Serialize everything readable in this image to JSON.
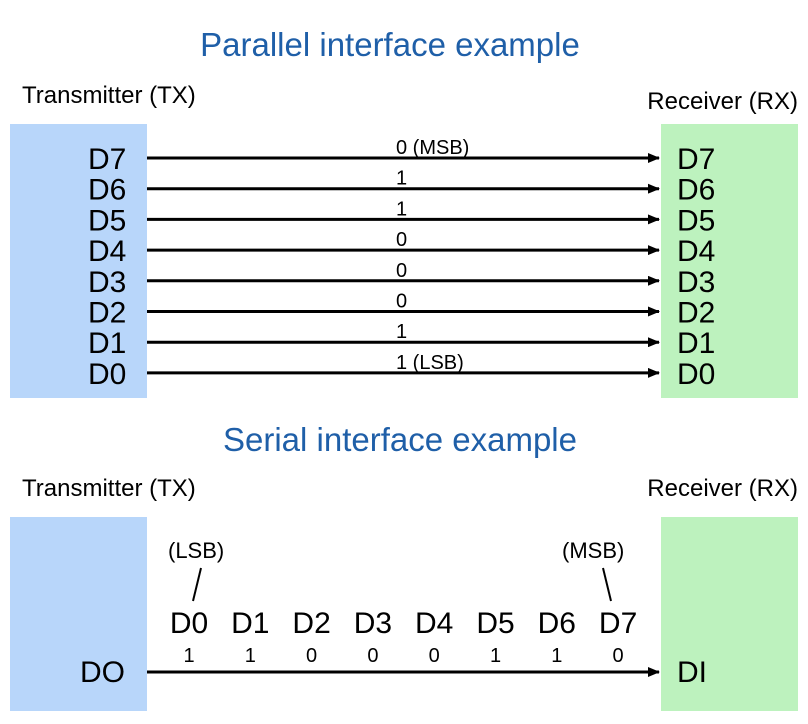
{
  "colors": {
    "tx": "#b8d6fa",
    "rx": "#bdf2be",
    "title": "#1f5fa8",
    "line": "#000000"
  },
  "parallel": {
    "title": "Parallel interface example",
    "tx_label": "Transmitter (TX)",
    "rx_label": "Receiver (RX)",
    "lines": [
      {
        "tx_pin": "D7",
        "rx_pin": "D7",
        "bit": "0 (MSB)"
      },
      {
        "tx_pin": "D6",
        "rx_pin": "D6",
        "bit": "1"
      },
      {
        "tx_pin": "D5",
        "rx_pin": "D5",
        "bit": "1"
      },
      {
        "tx_pin": "D4",
        "rx_pin": "D4",
        "bit": "0"
      },
      {
        "tx_pin": "D3",
        "rx_pin": "D3",
        "bit": "0"
      },
      {
        "tx_pin": "D2",
        "rx_pin": "D2",
        "bit": "0"
      },
      {
        "tx_pin": "D1",
        "rx_pin": "D1",
        "bit": "1"
      },
      {
        "tx_pin": "D0",
        "rx_pin": "D0",
        "bit": "1 (LSB)"
      }
    ]
  },
  "serial": {
    "title": "Serial interface example",
    "tx_label": "Transmitter (TX)",
    "rx_label": "Receiver (RX)",
    "tx_pin": "DO",
    "rx_pin": "DI",
    "lsb_note": "(LSB)",
    "msb_note": "(MSB)",
    "bits": [
      {
        "label": "D0",
        "value": "1"
      },
      {
        "label": "D1",
        "value": "1"
      },
      {
        "label": "D2",
        "value": "0"
      },
      {
        "label": "D3",
        "value": "0"
      },
      {
        "label": "D4",
        "value": "0"
      },
      {
        "label": "D5",
        "value": "1"
      },
      {
        "label": "D6",
        "value": "1"
      },
      {
        "label": "D7",
        "value": "0"
      }
    ]
  }
}
